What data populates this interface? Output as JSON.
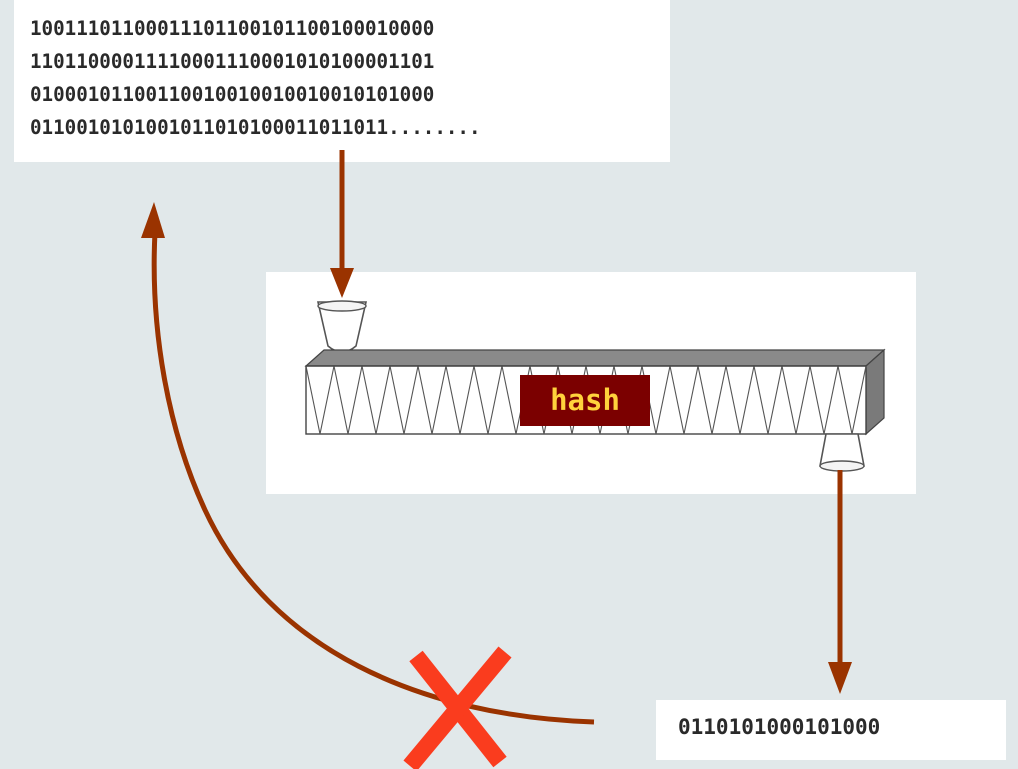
{
  "input": {
    "lines": [
      "10011101100011101100101100100010000",
      "11011000011110001110001010100001101",
      "01000101100110010010010010010101000",
      "0110010101001011010100011011011........"
    ]
  },
  "machine": {
    "label": "hash"
  },
  "output": {
    "value": "0110101000101000"
  },
  "colors": {
    "background": "#e1e8ea",
    "arrow": "#9a3300",
    "cross": "#fa3c1e",
    "hash_box": "#7b0000",
    "hash_text": "#ffd23c"
  },
  "icons": {
    "input_funnel": "funnel-icon",
    "output_funnel": "funnel-icon",
    "forbidden_mark": "cross-icon"
  }
}
